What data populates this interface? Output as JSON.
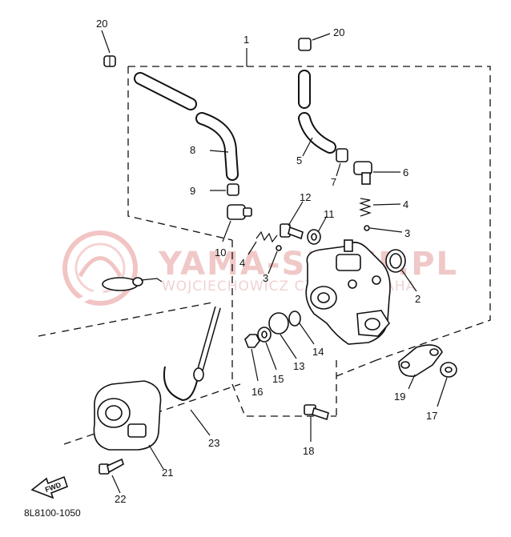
{
  "diagram": {
    "part_numbers": {
      "p1": "1",
      "p2": "2",
      "p3a": "3",
      "p3b": "3",
      "p4a": "4",
      "p4b": "4",
      "p5": "5",
      "p6": "6",
      "p7": "7",
      "p8": "8",
      "p9": "9",
      "p10": "10",
      "p11": "11",
      "p12": "12",
      "p13": "13",
      "p14": "14",
      "p15": "15",
      "p16": "16",
      "p17": "17",
      "p18": "18",
      "p19": "19",
      "p20a": "20",
      "p20b": "20",
      "p21": "21",
      "p22": "22",
      "p23": "23"
    },
    "diagram_code": "8L8100-1050",
    "fwd_label": "FWD"
  },
  "watermark": {
    "brand": "YAMA-SKLEP.PL",
    "tagline": "WOJCIECHOWICZ CZĘŚCI YAMAHA",
    "color": "#e88a8a"
  }
}
